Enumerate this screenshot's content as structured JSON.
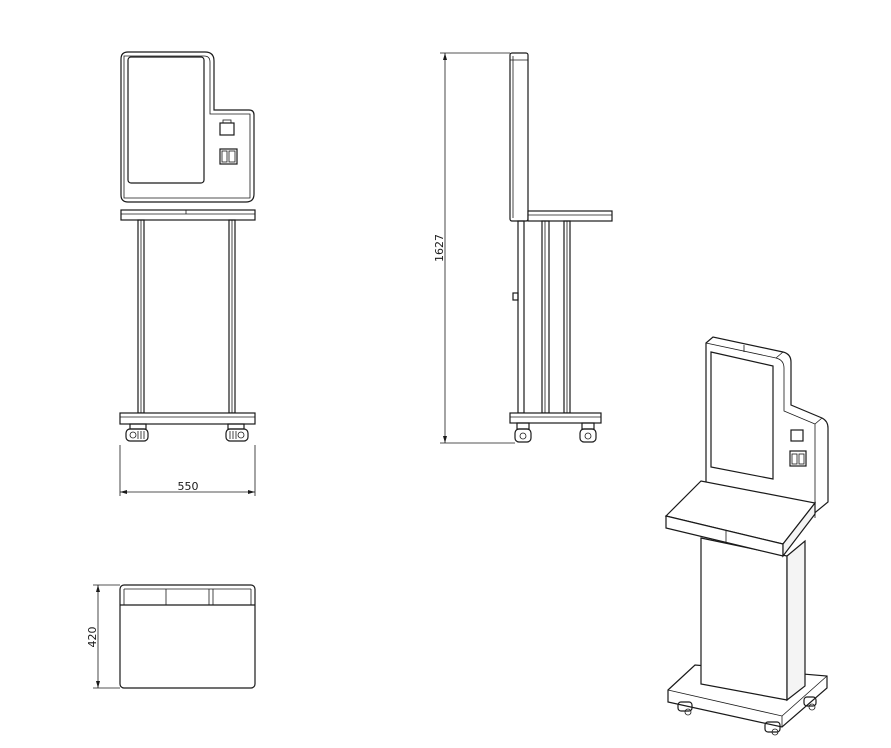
{
  "dimensions": {
    "width_front": "550",
    "height_side": "1627",
    "depth_top": "420"
  }
}
